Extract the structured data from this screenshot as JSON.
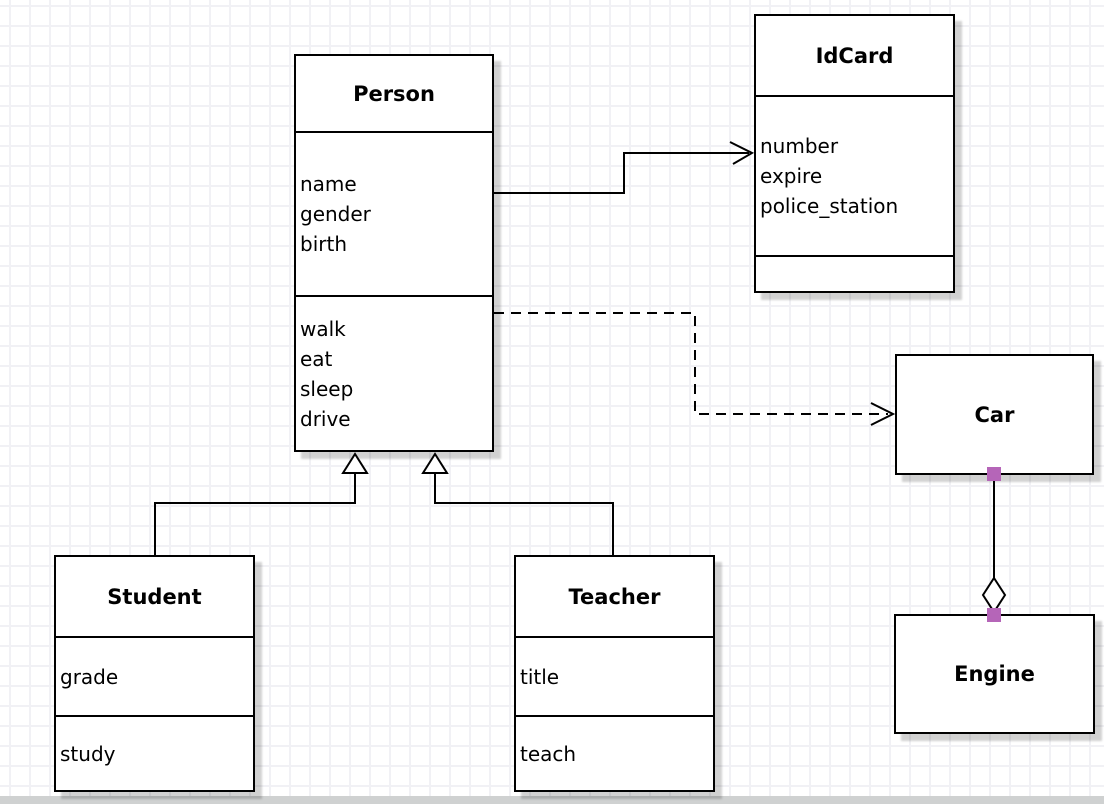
{
  "diagram": {
    "type": "uml-class-diagram",
    "classes": {
      "person": {
        "name": "Person",
        "attributes": [
          "name",
          "gender",
          "birth"
        ],
        "methods": [
          "walk",
          "eat",
          "sleep",
          "drive"
        ]
      },
      "idcard": {
        "name": "IdCard",
        "attributes": [
          "number",
          "expire",
          "police_station"
        ],
        "methods": []
      },
      "car": {
        "name": "Car",
        "attributes": [],
        "methods": []
      },
      "engine": {
        "name": "Engine",
        "attributes": [],
        "methods": []
      },
      "student": {
        "name": "Student",
        "attributes": [
          "grade"
        ],
        "methods": [
          "study"
        ]
      },
      "teacher": {
        "name": "Teacher",
        "attributes": [
          "title"
        ],
        "methods": [
          "teach"
        ]
      }
    },
    "relationships": [
      {
        "from": "Person",
        "to": "IdCard",
        "type": "association",
        "line": "solid",
        "arrow": "open"
      },
      {
        "from": "Person",
        "to": "Car",
        "type": "dependency",
        "line": "dashed",
        "arrow": "open"
      },
      {
        "from": "Student",
        "to": "Person",
        "type": "generalization",
        "line": "solid",
        "arrow": "hollow-triangle"
      },
      {
        "from": "Teacher",
        "to": "Person",
        "type": "generalization",
        "line": "solid",
        "arrow": "hollow-triangle"
      },
      {
        "from": "Car",
        "to": "Engine",
        "type": "aggregation",
        "line": "solid",
        "arrow": "hollow-diamond"
      }
    ],
    "colors": {
      "box_border": "#000000",
      "box_fill": "#ffffff",
      "endpoint_square": "#b565b8",
      "grid_line": "#f1f1f5",
      "shadow": "#c9c9c9"
    }
  }
}
